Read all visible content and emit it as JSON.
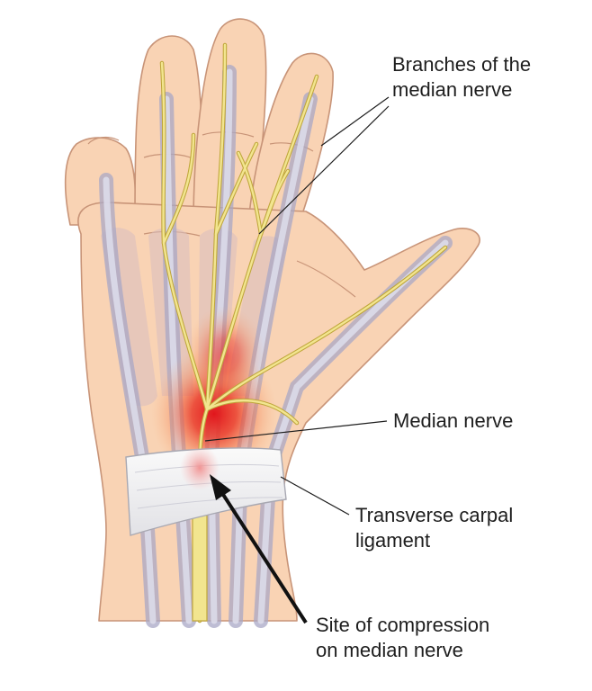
{
  "labels": {
    "branches": {
      "line1": "Branches of the",
      "line2": "median nerve"
    },
    "median_nerve": "Median nerve",
    "ligament": {
      "line1": "Transverse carpal",
      "line2": "ligament"
    },
    "compression": {
      "line1": "Site of compression",
      "line2": "on median nerve"
    }
  },
  "colors": {
    "skin": "#f9d3b4",
    "skin_outline": "#c89478",
    "tendon": "#c9c8dd",
    "nerve": "#f2e58f",
    "nerve_outline": "#bfa63b",
    "ligament": "#eeeeee",
    "inflammation": "#e8262a"
  }
}
